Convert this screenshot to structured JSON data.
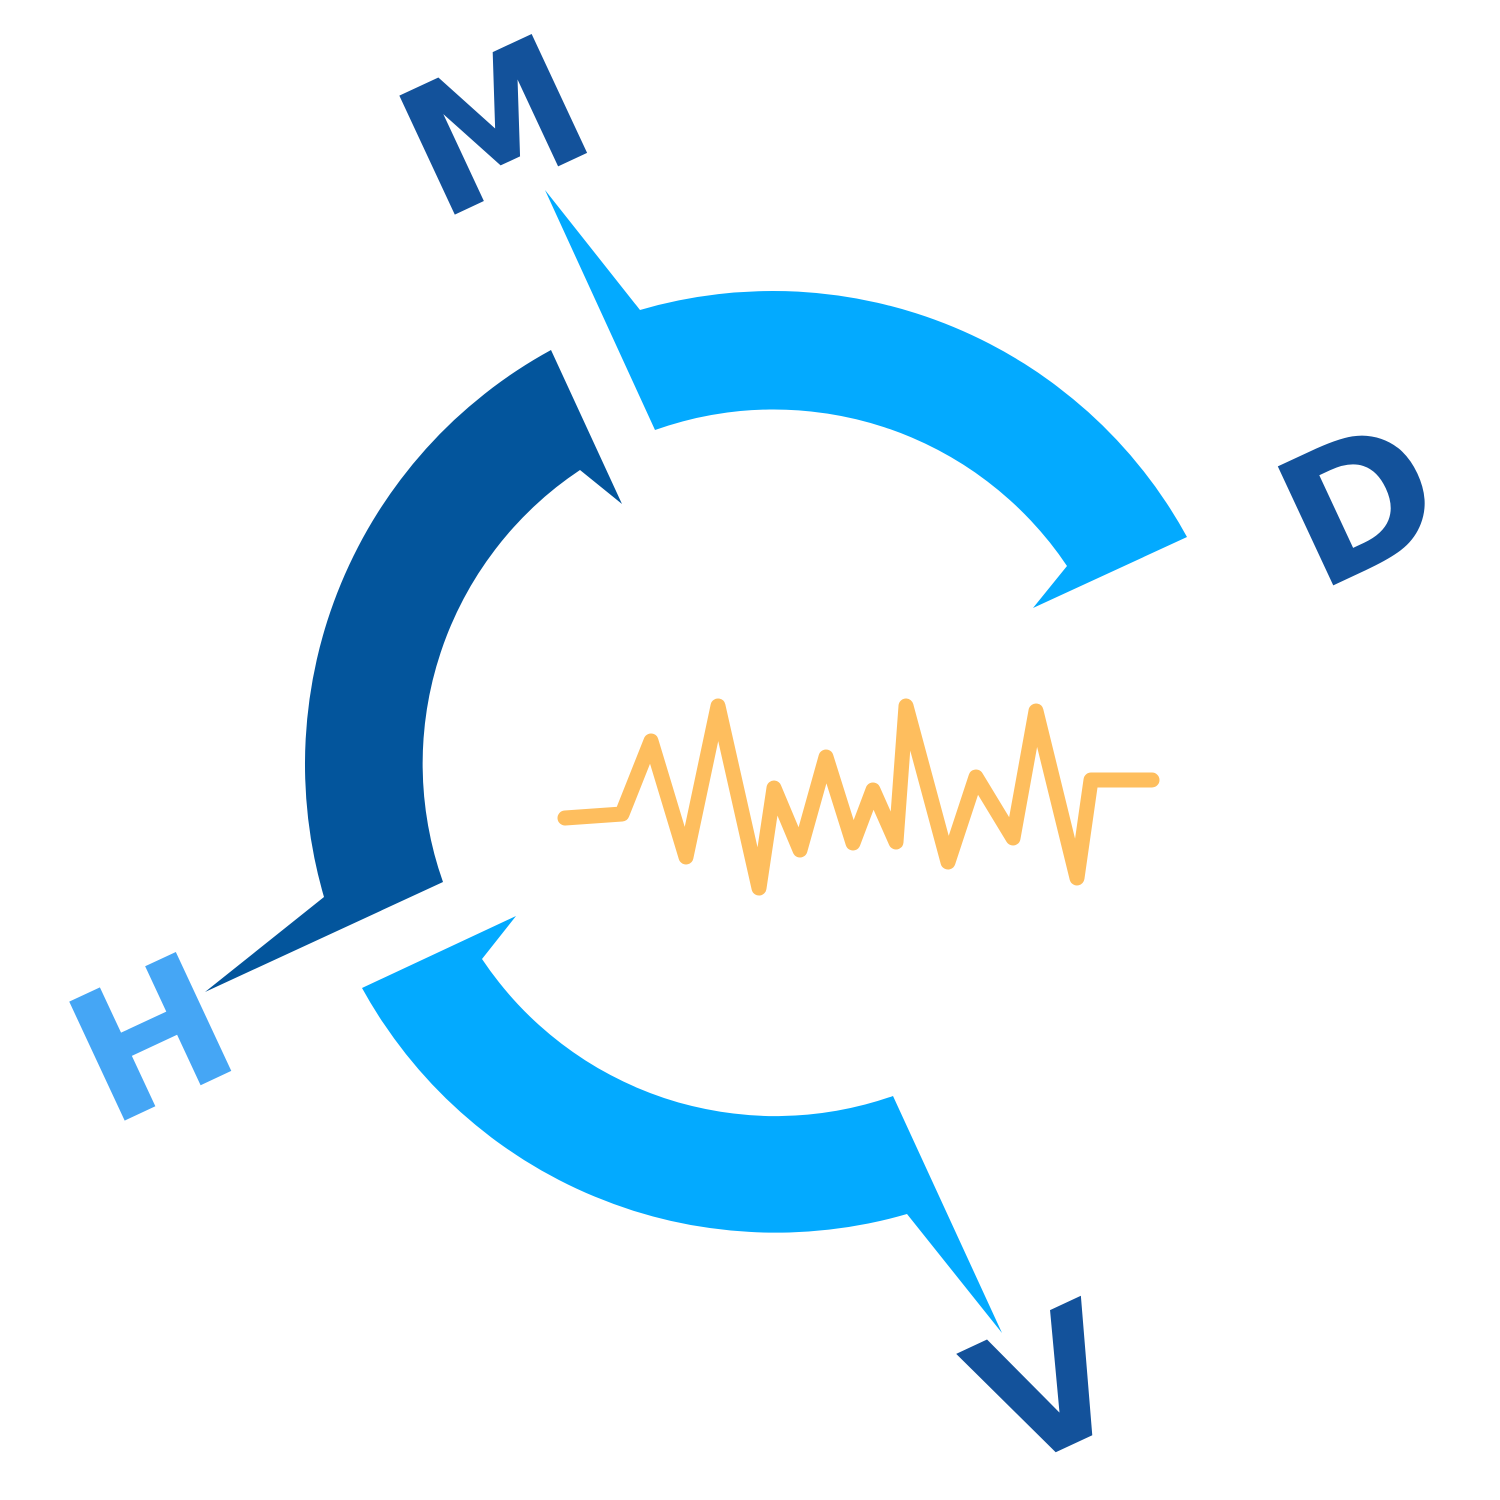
{
  "logo": {
    "letters": {
      "top": "M",
      "right": "D",
      "bottom": "V",
      "left": "H"
    },
    "colors": {
      "background": "#ffffff",
      "dark_blue": "#03559c",
      "light_blue": "#03aaff",
      "letter_dark_blue": "#13529b",
      "letter_light_blue": "#45a6f5",
      "waveform": "#febe5e"
    },
    "icons": [
      "compass-ring",
      "compass-needle",
      "waveform-pulse"
    ]
  }
}
